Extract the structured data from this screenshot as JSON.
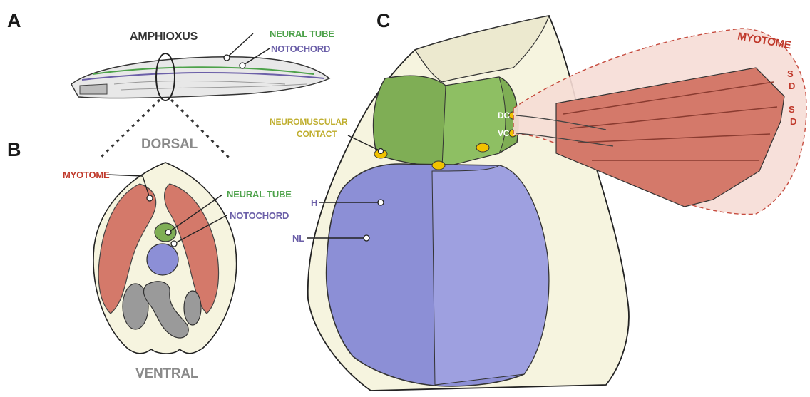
{
  "panels": {
    "a": "A",
    "b": "B",
    "c": "C"
  },
  "labels": {
    "amphioxus": "AMPHIOXUS",
    "neural_tube_a": "NEURAL TUBE",
    "notochord_a": "NOTOCHORD",
    "dorsal": "DORSAL",
    "ventral": "VENTRAL",
    "myotome_b": "MYOTOME",
    "neural_tube_b": "NEURAL TUBE",
    "notochord_b": "NOTOCHORD",
    "neuromuscular_line1": "NEUROMUSCULAR",
    "neuromuscular_line2": "CONTACT",
    "h": "H",
    "nl": "NL",
    "dc": "DC",
    "vc": "VC",
    "myotome_c": "MYOTOME",
    "s1": "S",
    "d1": "D",
    "s2": "S",
    "d2": "D"
  },
  "colors": {
    "neural_tube": "#4da24a",
    "notochord": "#6b5fa8",
    "myotome": "#c0392b",
    "neuromuscular": "#bfae2e",
    "muscle_fill": "#d4796a",
    "notochord_fill": "#8c8fd6",
    "neural_fill": "#7fae55",
    "contact_fill": "#f2c200",
    "skin_fill": "#f6f4df",
    "gut_fill": "#9a9a9a"
  }
}
